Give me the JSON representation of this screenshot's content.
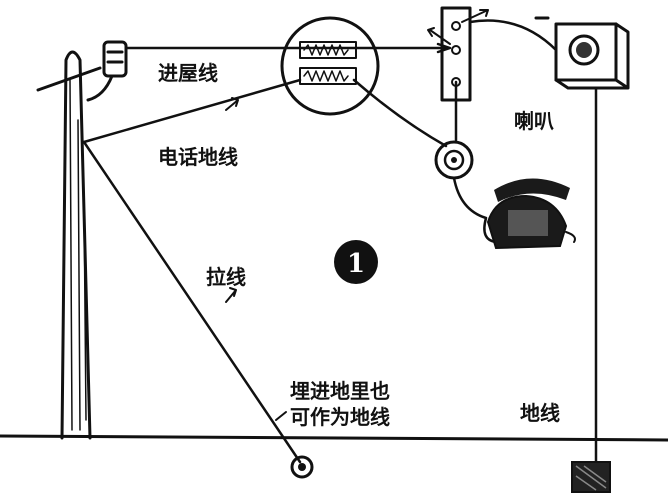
{
  "labels": {
    "entry_wire": "进屋线",
    "phone_ground_wire": "电话地线",
    "guy_wire": "拉线",
    "buried_line1": "埋进地里也",
    "buried_line2": "可作为地线",
    "speaker": "喇叭",
    "ground_wire": "地线"
  },
  "figure_number": "1",
  "icons": {
    "pole": "utility-pole",
    "insulator": "insulator",
    "arrester": "lightning-arrester",
    "switch_board": "switch-board",
    "loudspeaker": "loudspeaker-box",
    "telephone": "telephone",
    "outlet": "wall-outlet",
    "ground_stake": "ground-stake",
    "ground_plate": "ground-plate"
  }
}
